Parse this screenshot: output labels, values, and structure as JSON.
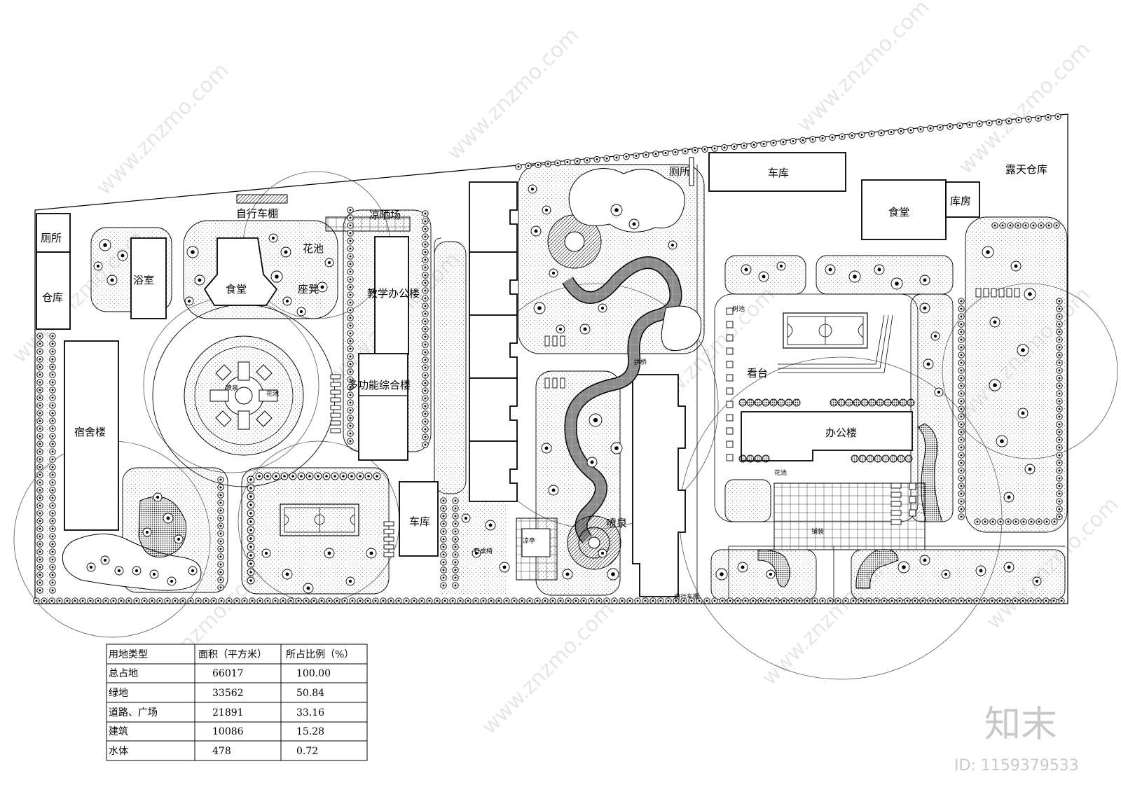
{
  "labels": {
    "toilet_w": "厕所",
    "warehouse_w": "仓库",
    "bath": "浴室",
    "canteen_w": "食堂",
    "bike_shed": "自行车棚",
    "flower_pool_n": "花池",
    "seat": "座凳",
    "drying_area": "凉晒场",
    "teaching_bldg": "教学办公楼",
    "multi_bldg": "多功能综合楼",
    "dorm": "宿舍楼",
    "fountain_c": "喷泉",
    "flower_pool_c": "花池",
    "garage_s": "车库",
    "toilet_n": "厕所",
    "garage_n": "车库",
    "canteen_e": "食堂",
    "storeroom": "库房",
    "open_warehouse": "露天仓库",
    "tree_pool": "树池",
    "arch_bridge": "拱桥",
    "stand": "看台",
    "office_bldg": "办公楼",
    "flower_pool_e": "花池",
    "paving": "铺装",
    "fountain_s": "喷泉",
    "pavilion": "凉亭",
    "stone_table": "石桌椅",
    "bike_s": "自行车棚"
  },
  "table": {
    "headers": [
      "用地类型",
      "面积（平方米）",
      "所占比例（%）"
    ],
    "rows": [
      [
        "总占地",
        "66017",
        "100.00"
      ],
      [
        "绿地",
        "33562",
        "50.84"
      ],
      [
        "道路、广场",
        "21891",
        "33.16"
      ],
      [
        "建筑",
        "10086",
        "15.28"
      ],
      [
        "水体",
        "478",
        "0.72"
      ]
    ]
  },
  "watermark": {
    "text": "www.znzmo.com",
    "brand": "知末",
    "id": "ID: 1159379533"
  }
}
